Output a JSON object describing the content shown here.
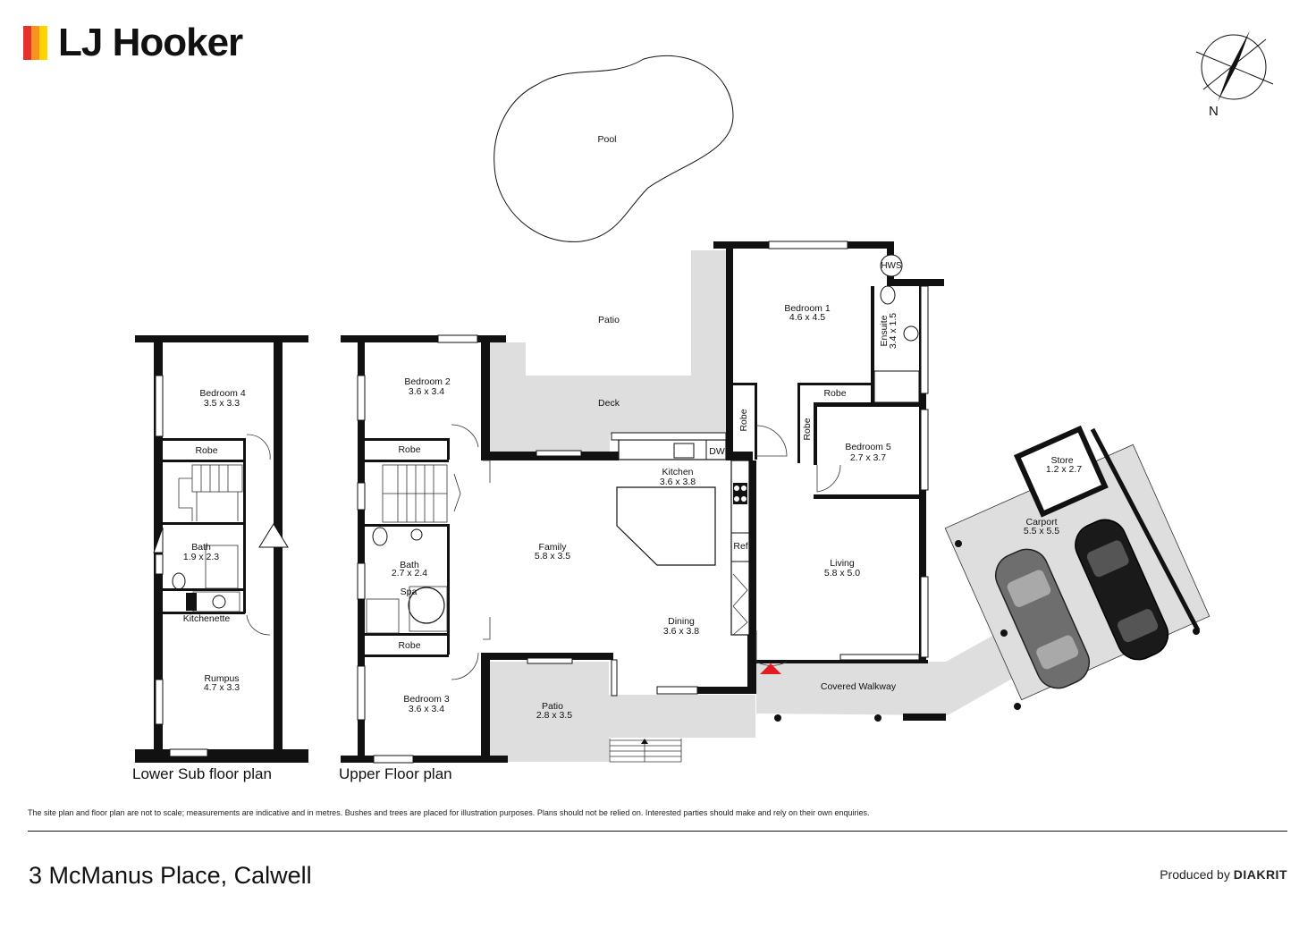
{
  "brand": {
    "name": "LJ Hooker",
    "stripe_colors": [
      "#e5322d",
      "#f7941d",
      "#ffd200"
    ]
  },
  "compass": {
    "label": "N",
    "icon": "compass-icon"
  },
  "rooms": {
    "pool": {
      "name": "Pool"
    },
    "patio_top": {
      "name": "Patio"
    },
    "deck": {
      "name": "Deck"
    },
    "bedroom1": {
      "name": "Bedroom 1",
      "dims": "4.6 x 4.5"
    },
    "hws": {
      "name": "HWS"
    },
    "ensuite": {
      "name": "Ensuite",
      "dims": "3.4 x 1.5"
    },
    "robe_b1": {
      "name": "Robe"
    },
    "robe_side": {
      "name": "Robe"
    },
    "robe_b5": {
      "name": "Robe"
    },
    "bedroom5": {
      "name": "Bedroom 5",
      "dims": "2.7 x 3.7"
    },
    "store": {
      "name": "Store",
      "dims": "1.2 x 2.7"
    },
    "carport": {
      "name": "Carport",
      "dims": "5.5 x 5.5"
    },
    "kitchen": {
      "name": "Kitchen",
      "dims": "3.6 x 3.8"
    },
    "dw": {
      "name": "DW"
    },
    "ref": {
      "name": "Ref."
    },
    "family": {
      "name": "Family",
      "dims": "5.8 x 3.5"
    },
    "dining": {
      "name": "Dining",
      "dims": "3.6 x 3.8"
    },
    "living": {
      "name": "Living",
      "dims": "5.8 x 5.0"
    },
    "covered_walkway": {
      "name": "Covered Walkway"
    },
    "patio_bottom": {
      "name": "Patio",
      "dims": "2.8 x 3.5"
    },
    "bedroom2": {
      "name": "Bedroom 2",
      "dims": "3.6 x 3.4"
    },
    "robe_b2": {
      "name": "Robe"
    },
    "bath_upper": {
      "name": "Bath",
      "dims": "2.7 x 2.4"
    },
    "spa": {
      "name": "Spa"
    },
    "robe_b3": {
      "name": "Robe"
    },
    "bedroom3": {
      "name": "Bedroom 3",
      "dims": "3.6 x 3.4"
    },
    "bedroom4": {
      "name": "Bedroom 4",
      "dims": "3.5 x 3.3"
    },
    "robe_b4": {
      "name": "Robe"
    },
    "bath_lower": {
      "name": "Bath",
      "dims": "1.9 x 2.3"
    },
    "kitchenette": {
      "name": "Kitchenette"
    },
    "rumpus": {
      "name": "Rumpus",
      "dims": "4.7 x 3.3"
    }
  },
  "captions": {
    "lower": "Lower Sub floor plan",
    "upper": "Upper Floor plan"
  },
  "footer": {
    "disclaimer": "The site plan and floor plan are not to scale; measurements are indicative and in metres. Bushes and trees are placed for illustration purposes. Plans should not be relied on. Interested parties should make and rely on their own enquiries.",
    "address": "3 McManus Place, Calwell",
    "produced_prefix": "Produced by",
    "produced_brand": "DIAKRIT"
  }
}
